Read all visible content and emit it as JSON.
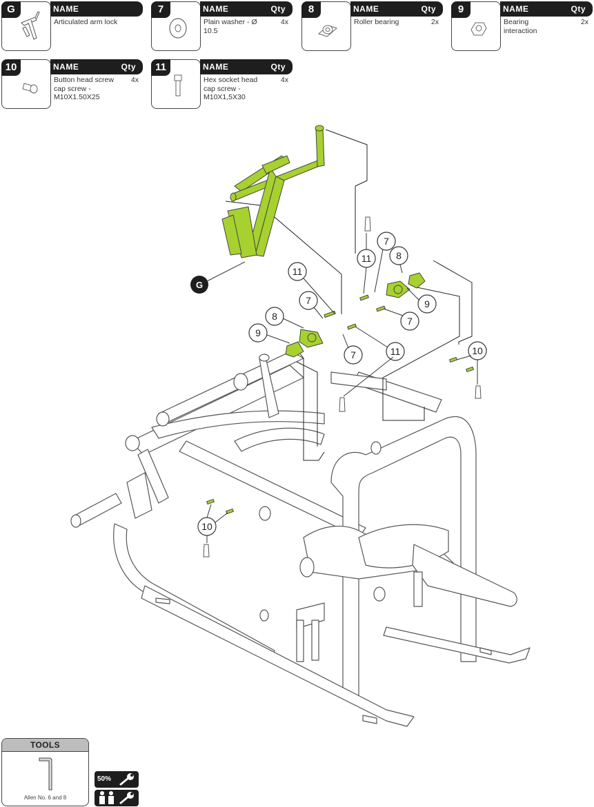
{
  "parts": [
    {
      "id": "G",
      "header_name": "NAME",
      "header_qty": "",
      "description": "Articulated arm lock",
      "qty": ""
    },
    {
      "id": "7",
      "header_name": "NAME",
      "header_qty": "Qty",
      "description": "Plain washer - Ø 10.5",
      "qty": "4x"
    },
    {
      "id": "8",
      "header_name": "NAME",
      "header_qty": "Qty",
      "description": "Roller bearing",
      "qty": "2x"
    },
    {
      "id": "9",
      "header_name": "NAME",
      "header_qty": "Qty",
      "description": "Bearing interaction",
      "qty": "2x"
    },
    {
      "id": "10",
      "header_name": "NAME",
      "header_qty": "Qty",
      "description": "Button head screw cap screw -  M10X1.50X25",
      "qty": "4x"
    },
    {
      "id": "11",
      "header_name": "NAME",
      "header_qty": "Qty",
      "description": "Hex socket head cap screw - M10X1,5X30",
      "qty": "4x"
    }
  ],
  "callouts": {
    "g": "G",
    "c11_top": "11",
    "c7_top": "7",
    "c8_top": "8",
    "c9_right": "9",
    "c7_right": "7",
    "c11_left": "11",
    "c7_left": "7",
    "c8_left": "8",
    "c9_left": "9",
    "c7_mid": "7",
    "c11_mid": "11",
    "c10_right": "10",
    "c10_left": "10"
  },
  "tools": {
    "header": "TOOLS",
    "label": "Allen No. 6 and 8"
  },
  "badges": {
    "percent": "50%",
    "people_icon": "two-person-icon",
    "wrench_icon": "wrench-icon"
  },
  "colors": {
    "accent": "#a6d12f",
    "dark": "#1e1e1e",
    "line": "#444444",
    "frame": "#ffffff",
    "tools_header": "#bdbdbd"
  }
}
